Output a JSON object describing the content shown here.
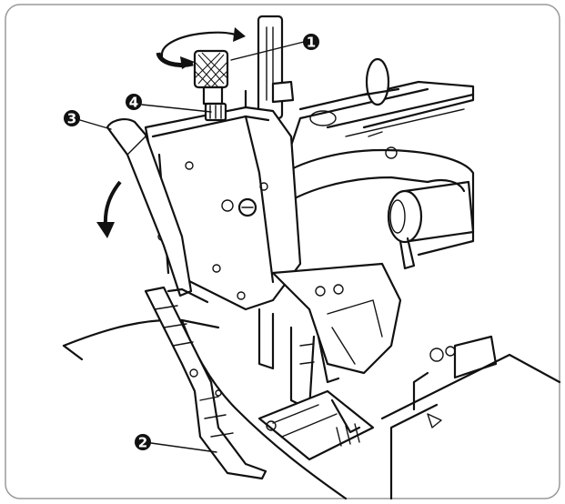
{
  "callouts": [
    {
      "id": "1",
      "label": "1"
    },
    {
      "id": "2",
      "label": "2"
    },
    {
      "id": "3",
      "label": "3"
    },
    {
      "id": "4",
      "label": "4"
    }
  ],
  "colors": {
    "line": "#111111",
    "background": "#ffffff",
    "frame": "#999999"
  }
}
